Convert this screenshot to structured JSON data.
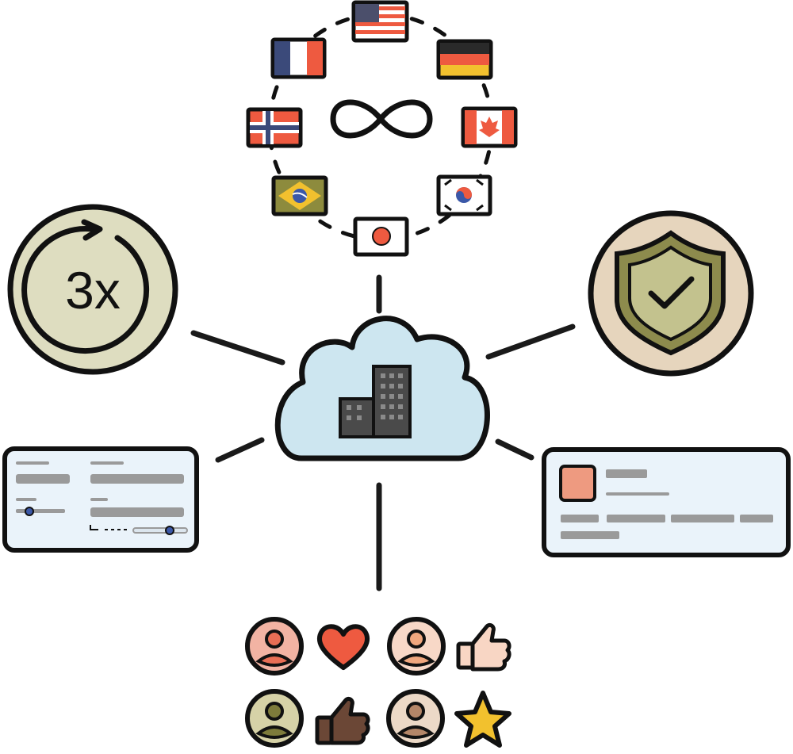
{
  "speed_badge": {
    "label": "3x",
    "icon": "refresh-arrow-icon",
    "fill": "#deddc0"
  },
  "center": {
    "cloud_fill": "#cde6f0",
    "building_fill": "#4a4a4a",
    "icon": "office-building-icon"
  },
  "languages": {
    "center_icon": "infinity-icon",
    "flags": [
      "usa",
      "germany",
      "canada",
      "south-korea",
      "japan",
      "brazil",
      "norway",
      "france"
    ]
  },
  "security": {
    "icon": "shield-check-icon",
    "fill": "#e6d5bd",
    "shield_fill": "#c3c28e",
    "shield_dark": "#8d8b4d"
  },
  "settings_panel": {
    "fill": "#eaf3fa"
  },
  "profile_card": {
    "fill": "#eaf3fa",
    "avatar_color": "#ee9a80"
  },
  "reactions": [
    {
      "avatar_bg": "#f2b3a3",
      "avatar_fg": "#e86e55",
      "reaction": "heart-icon"
    },
    {
      "avatar_bg": "#f8d8c7",
      "avatar_fg": "#f0a77e",
      "reaction": "thumbs-up-icon"
    },
    {
      "avatar_bg": "#d6d2a7",
      "avatar_fg": "#7d7b3b",
      "reaction": "thumbs-up-icon"
    },
    {
      "avatar_bg": "#ecd9c7",
      "avatar_fg": "#b48668",
      "reaction": "star-icon"
    }
  ],
  "colors": {
    "outline": "#111111",
    "line": "#1a1a1a",
    "heart": "#ee5a40",
    "star": "#f2c12e",
    "thumb_light": "#f8d6c4",
    "thumb_dark": "#6b4736"
  }
}
